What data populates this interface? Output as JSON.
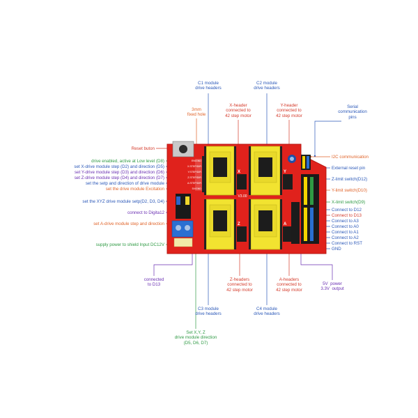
{
  "labels": {
    "c1_headers": "C1 module\ndrive headers",
    "c2_headers": "C2 module\ndrive headers",
    "c3_headers": "C3 module\ndrive headers",
    "c4_headers": "C4 module\ndrive headers",
    "fixed_hole": "3mm\nfixed hole",
    "x_header": "X-header\nconnected to\n42 step motor",
    "y_header": "Y-header\nconnected to\n42 step motor",
    "z_header": "Z-headers\nconnected to\n42 step motor",
    "a_header": "A-headers\nconnected to\n42 step motor",
    "serial": "Serial\ncommunication\npins",
    "reset_button": "Reset buton",
    "en_pin": "drive enabled, active at Low level (D8)",
    "x_step": "set X-drive module step (D2) and direction (D5)",
    "y_step": "set Y-drive module step (D3) and direction (D6)",
    "z_step": "set Z-drive module step (D4) and direction (D7)",
    "setup_dir": "set the setp and direction of drive module",
    "excitation": "set the drive module Excitation",
    "xyz_setp": "set the XYZ drive module setp(D2, D3, D4)",
    "digital12": "connect to Digita12",
    "a_step": "set A-drive module step and direction",
    "supply": "supply power to shield Input DC12V",
    "connected_d13": "connected\nto D13",
    "set_xyz_dir": "Set X,Y, Z\ndrive module direction\n(D5, D6, D7)",
    "power_out": "5V  power\n3.3V  output",
    "i2c": "I2C communication",
    "ext_reset": "External reset pin",
    "z_limit": "Z-limit switch(D12)",
    "y_limit": "Y-limit switch(D10)",
    "x_limit": "X-limit switch(D9)",
    "d12": "Connect to D12",
    "d13": "Connect to D13",
    "a3": "Connect to A3",
    "a0": "Connect to A0",
    "a1": "Connect to A1",
    "a2": "Connect to A2",
    "rst": "Connect to RST",
    "gnd": "GND"
  },
  "board": {
    "silkscreen_title": "CNC SHIELD",
    "version": "V3.00",
    "header_labels": [
      "EN/GND",
      "X.STEP/DIR",
      "Y.STEP/DIR",
      "Z.STEP/DIR",
      "A.STEP/DIR",
      "5V/GND"
    ],
    "axis_letters": [
      "X",
      "Y",
      "Z",
      "A"
    ]
  },
  "colors": {
    "board": "#e0221c",
    "driver": "#f2e330",
    "blue_text": "#2b58b8",
    "orange_text": "#e0642a",
    "red_text": "#d43a2a",
    "green_text": "#2f9a44",
    "purple_text": "#6a2fb2"
  }
}
